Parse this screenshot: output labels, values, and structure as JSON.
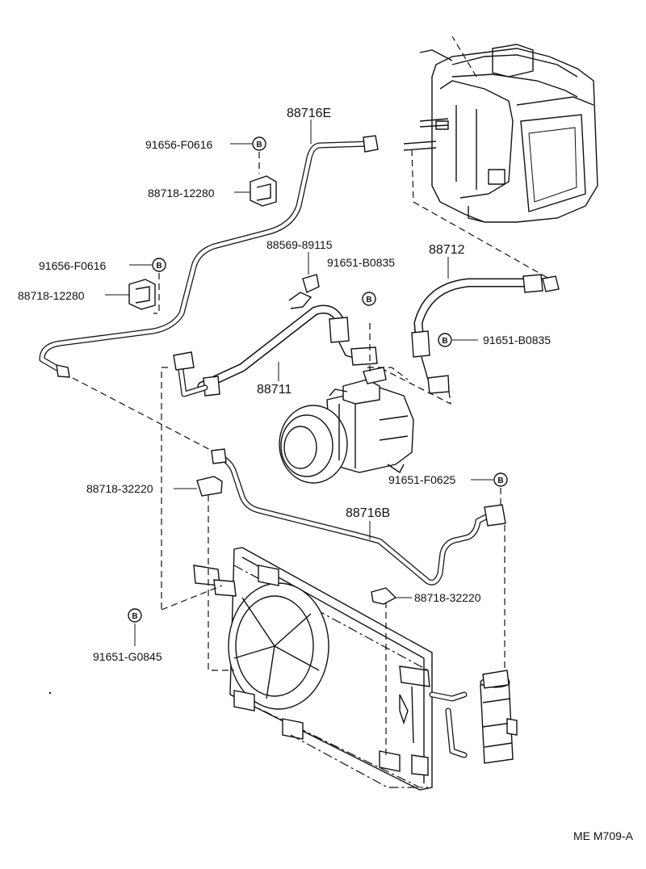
{
  "labels": {
    "hose_88716E": "88716E",
    "bolt_top": "91656-F0616",
    "clamp_top": "88718-12280",
    "bolt_left": "91656-F0616",
    "clamp_left": "88718-12280",
    "clamp_88569": "88569-89115",
    "bolt_comp": "91651-B0835",
    "hose_88712": "88712",
    "bolt_right": "91651-B0835",
    "hose_88711": "88711",
    "clamp_mid": "88718-32220",
    "bolt_f0625": "91651-F0625",
    "pipe_88716B": "88716B",
    "clamp_lower": "88718-32220",
    "bolt_g0845": "91651-G0845",
    "footer_code": "ME M709-A"
  },
  "badge_letter": "B"
}
